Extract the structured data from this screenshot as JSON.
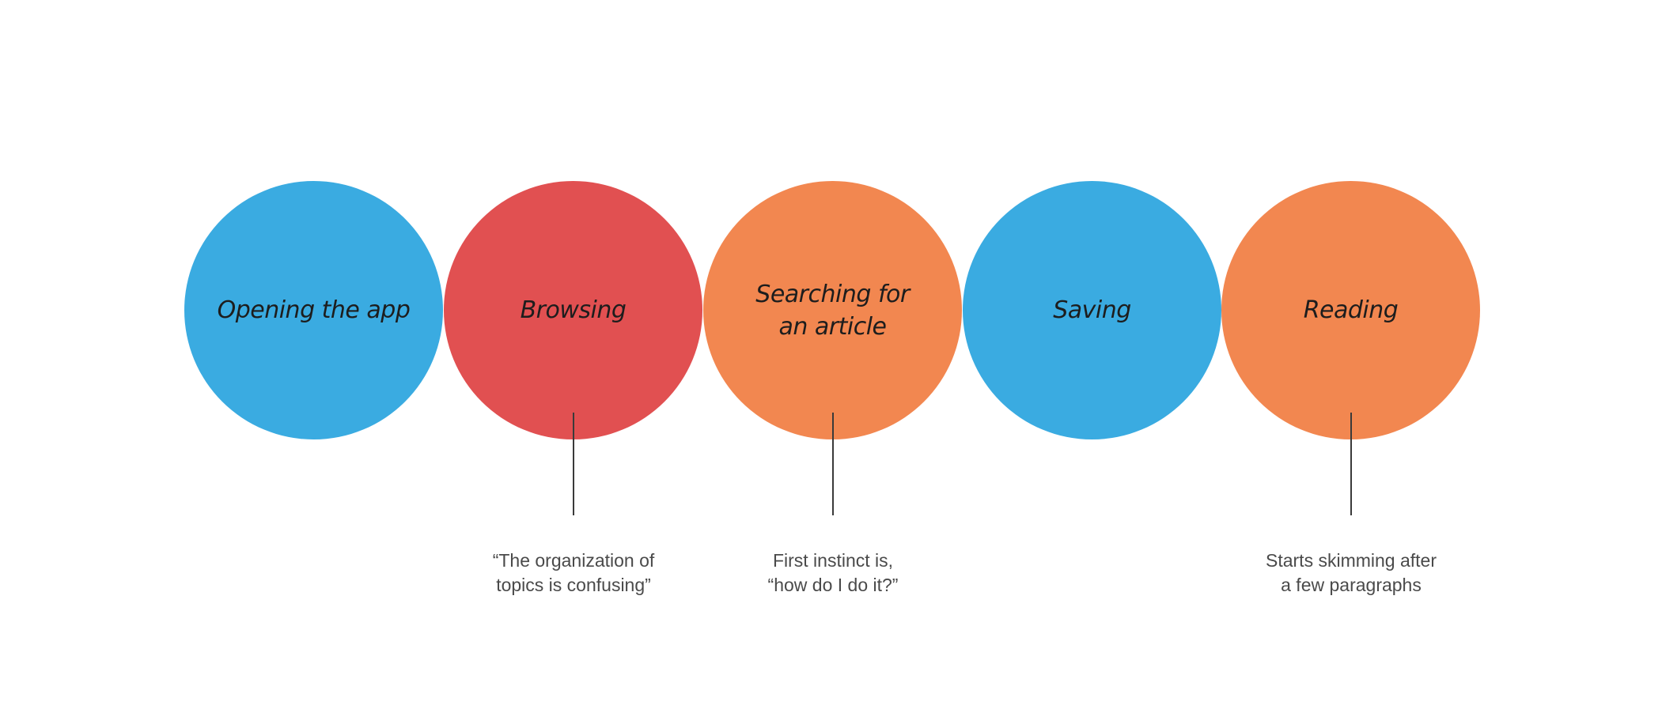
{
  "colors": {
    "blue": "#3aabe1",
    "red": "#e15051",
    "orange": "#f28750",
    "connector": "#3a3a3a",
    "note_text": "#4a4a4a"
  },
  "steps": [
    {
      "label": "Opening the app",
      "color": "#3aabe1"
    },
    {
      "label": "Browsing",
      "color": "#e15051"
    },
    {
      "label": "Searching for\nan article",
      "color": "#f28750"
    },
    {
      "label": "Saving",
      "color": "#3aabe1"
    },
    {
      "label": "Reading",
      "color": "#f28750"
    }
  ],
  "notes": [
    {
      "step": "Browsing",
      "text": "“The organization of\ntopics is confusing”"
    },
    {
      "step": "Searching for an article",
      "text": "First instinct is,\n“how do I do it?”"
    },
    {
      "step": "Reading",
      "text": "Starts skimming after\na few paragraphs"
    }
  ]
}
